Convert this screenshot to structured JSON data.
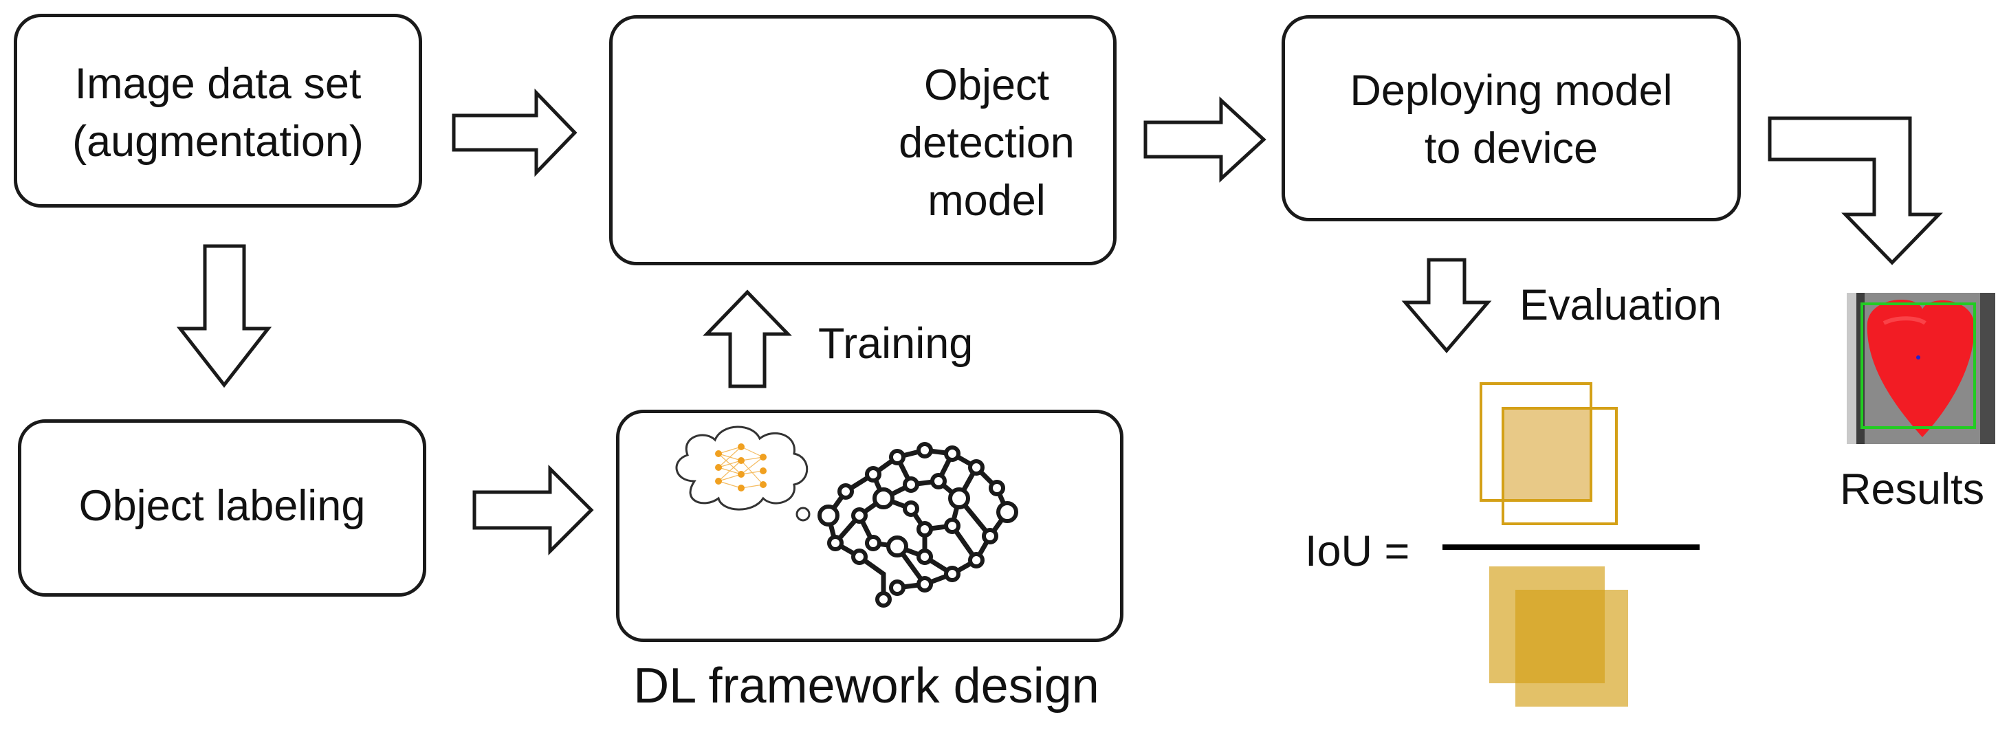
{
  "nodes": {
    "image_data_set": {
      "text": "Image data set\n(augmentation)"
    },
    "object_labeling": {
      "text": "Object labeling"
    },
    "object_detection_model": {
      "text": "Object\ndetection\nmodel"
    },
    "dl_framework": {
      "caption": "DL framework design"
    },
    "deploying_model": {
      "text": "Deploying  model\nto device"
    }
  },
  "edges": {
    "training_label": "Training",
    "evaluation_label": "Evaluation"
  },
  "iou": {
    "label": "IoU  ="
  },
  "results": {
    "label": "Results"
  },
  "colors": {
    "stroke": "#1a1a1a",
    "node_light_blue": "#cfe3f2",
    "node_dark": "#6b5a5a",
    "iou_gold": "#d4a017",
    "iou_gold_light": "#e8c987",
    "neuron_orange": "#f0a020",
    "strawberry_red": "#f21c24",
    "bbox_green": "#22cc22"
  }
}
